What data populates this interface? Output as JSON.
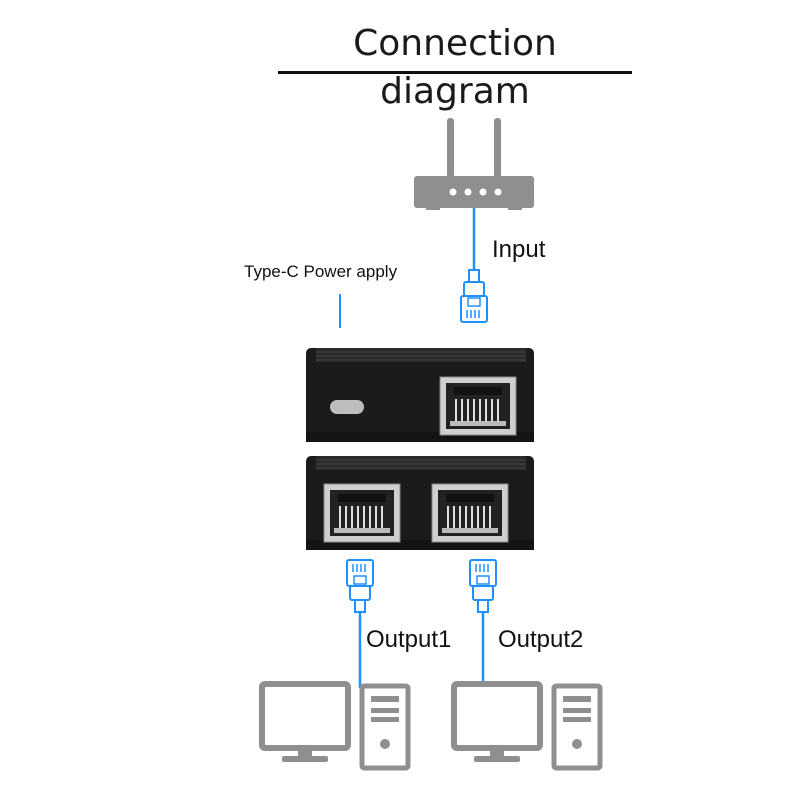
{
  "title": "Connection diagram",
  "labels": {
    "input": "Input",
    "power": "Type-C  Power apply",
    "output1": "Output1",
    "output2": "Output2"
  },
  "colors": {
    "cable": "#1e90ff",
    "device_body": "#1b1b1b",
    "computer_outline": "#8f8f8f",
    "router_body": "#8f8f8f"
  },
  "icons": [
    "router-icon",
    "ethernet-plug-icon",
    "usb-c-port-icon",
    "rj45-port-icon",
    "monitor-icon",
    "pc-tower-icon"
  ]
}
